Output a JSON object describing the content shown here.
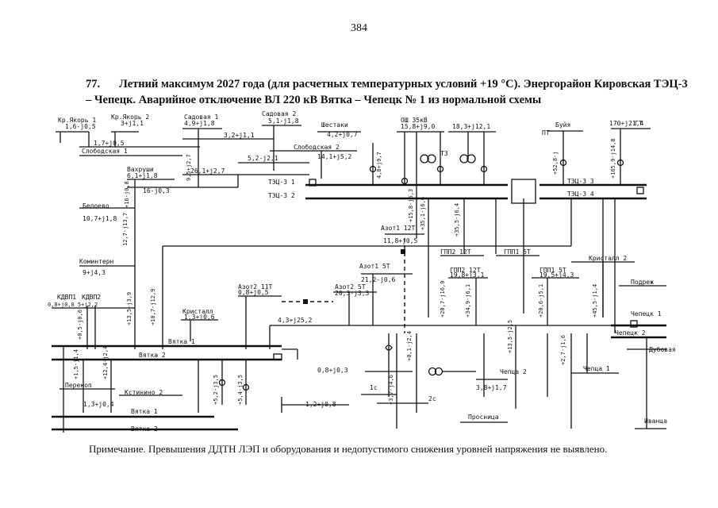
{
  "page_number": "384",
  "heading": {
    "number": "77.",
    "text": "Летний максимум 2027 года (для расчетных температурных условий +19 °С). Энергорайон Кировская ТЭЦ-3 – Чепецк. Аварийное отключение ВЛ 220 кВ Вятка – Чепецк № 1 из нормальной схемы"
  },
  "note": "Примечание. Превышения ДДТН ЛЭП и оборудования и недопустимого снижения уровней напряжения не выявлено.",
  "nodes": {
    "kr_yakor1": "Кр.Якорь 1",
    "kr_yakor1_v": "1,6-j0,5",
    "kr_yakor2": "Кр.Якорь 2",
    "kr_yakor2_v": "3+j1,1",
    "sadovaya1": "Садовая 1",
    "sadovaya1_v": "4,9+j1,8",
    "sadovaya2": "Садовая 2",
    "sadovaya2_v": "5,1-j1,8",
    "shestaki": "Шестаки",
    "shestaki_v": "4,2+j0,7",
    "osh35": "ОШ 35кВ",
    "osh35_v": "15,8+j9,0",
    "flow_18_3": "18,3+j12,1",
    "bujya": "Буйя",
    "bujya_pt": "ПТ",
    "gt": "ГТ",
    "gt_v": "170+j21,4",
    "slobodskaya1": "Слободская 1",
    "slobodskaya2": "Слободская 2",
    "flow_1_7": "1,7+j0,5",
    "flow_3_2": "3,2+j1,1",
    "flow_5_2": "5,2-j2,1",
    "flow_14_1": "14,1+j5,2",
    "vahrushi": "Вахруши",
    "vahrushi_v": "6,1+j1,8",
    "flow_16": "16-j0,3",
    "flow_26_1": "26,1+j2,7",
    "tec3_1": "ТЭЦ-3 1",
    "tec3_2": "ТЭЦ-3 2",
    "tec3_3": "ТЭЦ-3 3",
    "tec3_4": "ТЭЦ-3 4",
    "t3": "Т3",
    "beloevo": "Белоево",
    "beloevo_v": "10,7+j1,8",
    "azot1_12t": "Азот1 12Т",
    "azot1_12t_v": "11,8+j0,5",
    "gpp2_12t": "ГПП2 12Т",
    "gpp1_5t": "ГПП1 5Т",
    "kristall2": "Кристалл 2",
    "komintern": "Коминтерн",
    "komintern_v": "9+j4,3",
    "azot1_5t": "Азот1 5Т",
    "azot1_5t_v": "21,2-j0,6",
    "gpp2_12t_b": "ГПП2 12Т",
    "gpp2_12t_b_v": "19,8+j3,1",
    "gpp1_5t_b": "ГПП1 5Т",
    "gpp1_5t_b_v": "19,5+j4,3",
    "podrezh": "Подреж",
    "kdvp1": "КДВП1",
    "kdvp2": "КДВП2",
    "kdvp_v": "0,8+j0,8 5+j2,2",
    "azot2_11t": "Азот2 11Т",
    "azot2_11t_v": "0,8+j0,5",
    "azot2_5t": "Азот2 5Т",
    "azot2_5t_v": "20,3-j3,3",
    "kristall": "Кристалл",
    "kristall_v": "1,3+j0,6",
    "flow_4_3": "4,3+j25,2",
    "chepeck1": "Чепецк 1",
    "chepeck2": "Чепецк 2",
    "vyatka1": "Вятка 1",
    "vyatka2": "Вятка 2",
    "dubovaya": "Дубовая",
    "perekop": "Перекоп",
    "kstinino2": "Кстинино 2",
    "kstinino_v": "1,3+j0,4",
    "flow_0_8": "0,8+j0,3",
    "flow_1_2": "1,2+j0,8",
    "chepca2": "Чепца 2",
    "chepca2_v": "3,8+j1,7",
    "chepca1": "Чепца 1",
    "prosnica": "Просница",
    "ivanca": "Иванца",
    "node_1s": "1с",
    "node_2s": "2с"
  },
  "line_flows": {
    "f1": "9,5+j2,7",
    "f2": "4,8+j9,7",
    "f3": "+52,8-j",
    "f4": "+165,9-j14,8",
    "f5": "+16-j0,8",
    "f6": "12,7-j13,7",
    "f7": "+0,5-j0,6",
    "f8": "+35,1-j6,6",
    "f9": "+35,5-j6,4",
    "f10": "+15,8-j6,3",
    "f11": "+10,7-j12,9",
    "f12": "+13,5-j3,9",
    "f13": "+20,7-j16,9",
    "f14": "+34,9-j6,1",
    "f15": "+20,6-j5,1",
    "f16": "+45,5-j1,4",
    "f17": "+5,4-j3,5",
    "f18": "+5,2-j3,5",
    "f19": "+0,1-j2,4",
    "f20": "+2,7-j1,6",
    "f21": "+13,5-j2,5",
    "f22": "+3,7-j4,6",
    "f23": "+1,5-j1,4",
    "f24": "+12,4-j2,4"
  }
}
